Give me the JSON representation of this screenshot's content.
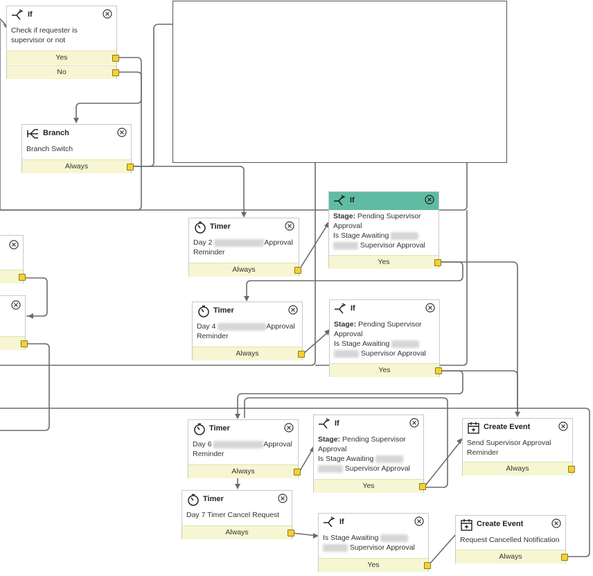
{
  "nodes": {
    "if_requester": {
      "title": "If",
      "text": "Check if requester is supervisor or not",
      "out_yes": "Yes",
      "out_no": "No"
    },
    "branch": {
      "title": "Branch",
      "text": "Branch Switch",
      "out": "Always"
    },
    "if_pending_1": {
      "title": "If",
      "stage_label": "Stage:",
      "stage_value": "Pending Supervisor Approval",
      "line2_a": "Is Stage Awaiting",
      "line2_b": "Supervisor Approval",
      "out": "Yes"
    },
    "timer_day2": {
      "title": "Timer",
      "line1_a": "Day 2",
      "line1_b": "Approval",
      "line2": "Reminder",
      "out": "Always"
    },
    "timer_day4": {
      "title": "Timer",
      "line1_a": "Day 4",
      "line1_b": "Approval",
      "line2": "Reminder",
      "out": "Always"
    },
    "if_pending_2": {
      "title": "If",
      "stage_label": "Stage:",
      "stage_value": "Pending Supervisor Approval",
      "line2_a": "Is Stage Awaiting",
      "line2_b": "Supervisor Approval",
      "out": "Yes"
    },
    "timer_day6": {
      "title": "Timer",
      "line1_a": "Day 6",
      "line1_b": "Approval",
      "line2": "Reminder",
      "out": "Always"
    },
    "if_pending_3": {
      "title": "If",
      "stage_label": "Stage:",
      "stage_value": "Pending Supervisor Approval",
      "line2_a": "Is Stage Awaiting",
      "line2_b": "Supervisor Approval",
      "out": "Yes"
    },
    "create_event_reminder": {
      "title": "Create Event",
      "text": "Send Supervisor Approval Reminder",
      "out": "Always"
    },
    "timer_day7": {
      "title": "Timer",
      "text": "Day 7 Timer Cancel Request",
      "out": "Always"
    },
    "if_awaiting": {
      "title": "If",
      "line1_a": "Is Stage Awaiting",
      "line2_b": "Supervisor Approval",
      "out": "Yes"
    },
    "create_event_cancel": {
      "title": "Create Event",
      "text": "Request Cancelled Notification",
      "out": "Always"
    }
  },
  "colors": {
    "selected_header": "#5fbba1",
    "port": "#f2d232",
    "output_bar": "#f7f6d2",
    "wire": "#6b6b6b"
  },
  "icons": {
    "if": "branch-if-icon",
    "branch": "branch-switch-icon",
    "timer": "timer-icon",
    "create_event": "calendar-plus-icon",
    "close": "close-circle-icon"
  }
}
